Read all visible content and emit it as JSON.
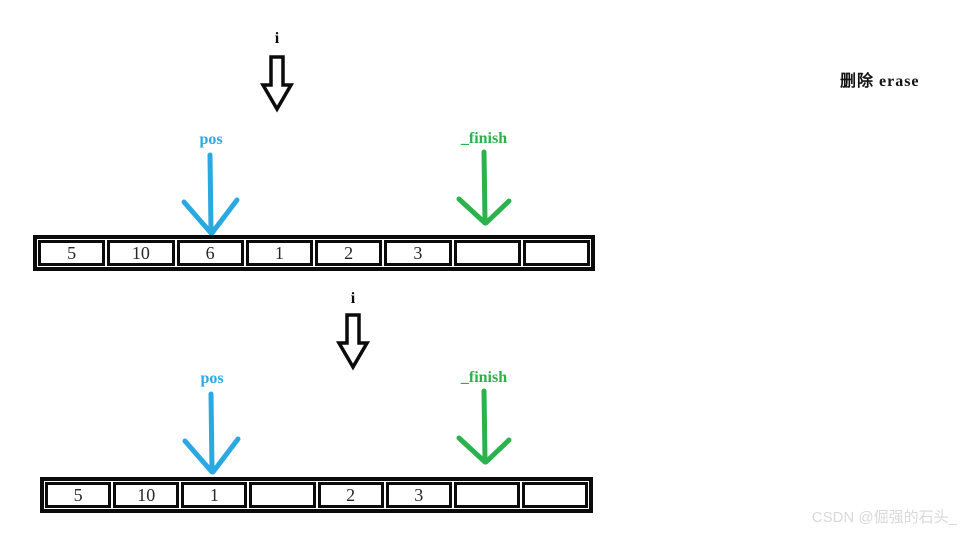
{
  "title": "删除 erase",
  "watermark": "CSDN @倔强的石头_",
  "colors": {
    "ink": "#0b0b0b",
    "pos": "#29a8e2",
    "finish": "#2bb24c"
  },
  "diagrams": [
    {
      "i_label": "i",
      "pos_label": "pos",
      "finish_label": "_finish",
      "cells": [
        "5",
        "10",
        "6",
        "1",
        "2",
        "3",
        "",
        ""
      ]
    },
    {
      "i_label": "i",
      "pos_label": "pos",
      "finish_label": "_finish",
      "cells": [
        "5",
        "10",
        "1",
        "",
        "2",
        "3",
        "",
        ""
      ]
    }
  ]
}
